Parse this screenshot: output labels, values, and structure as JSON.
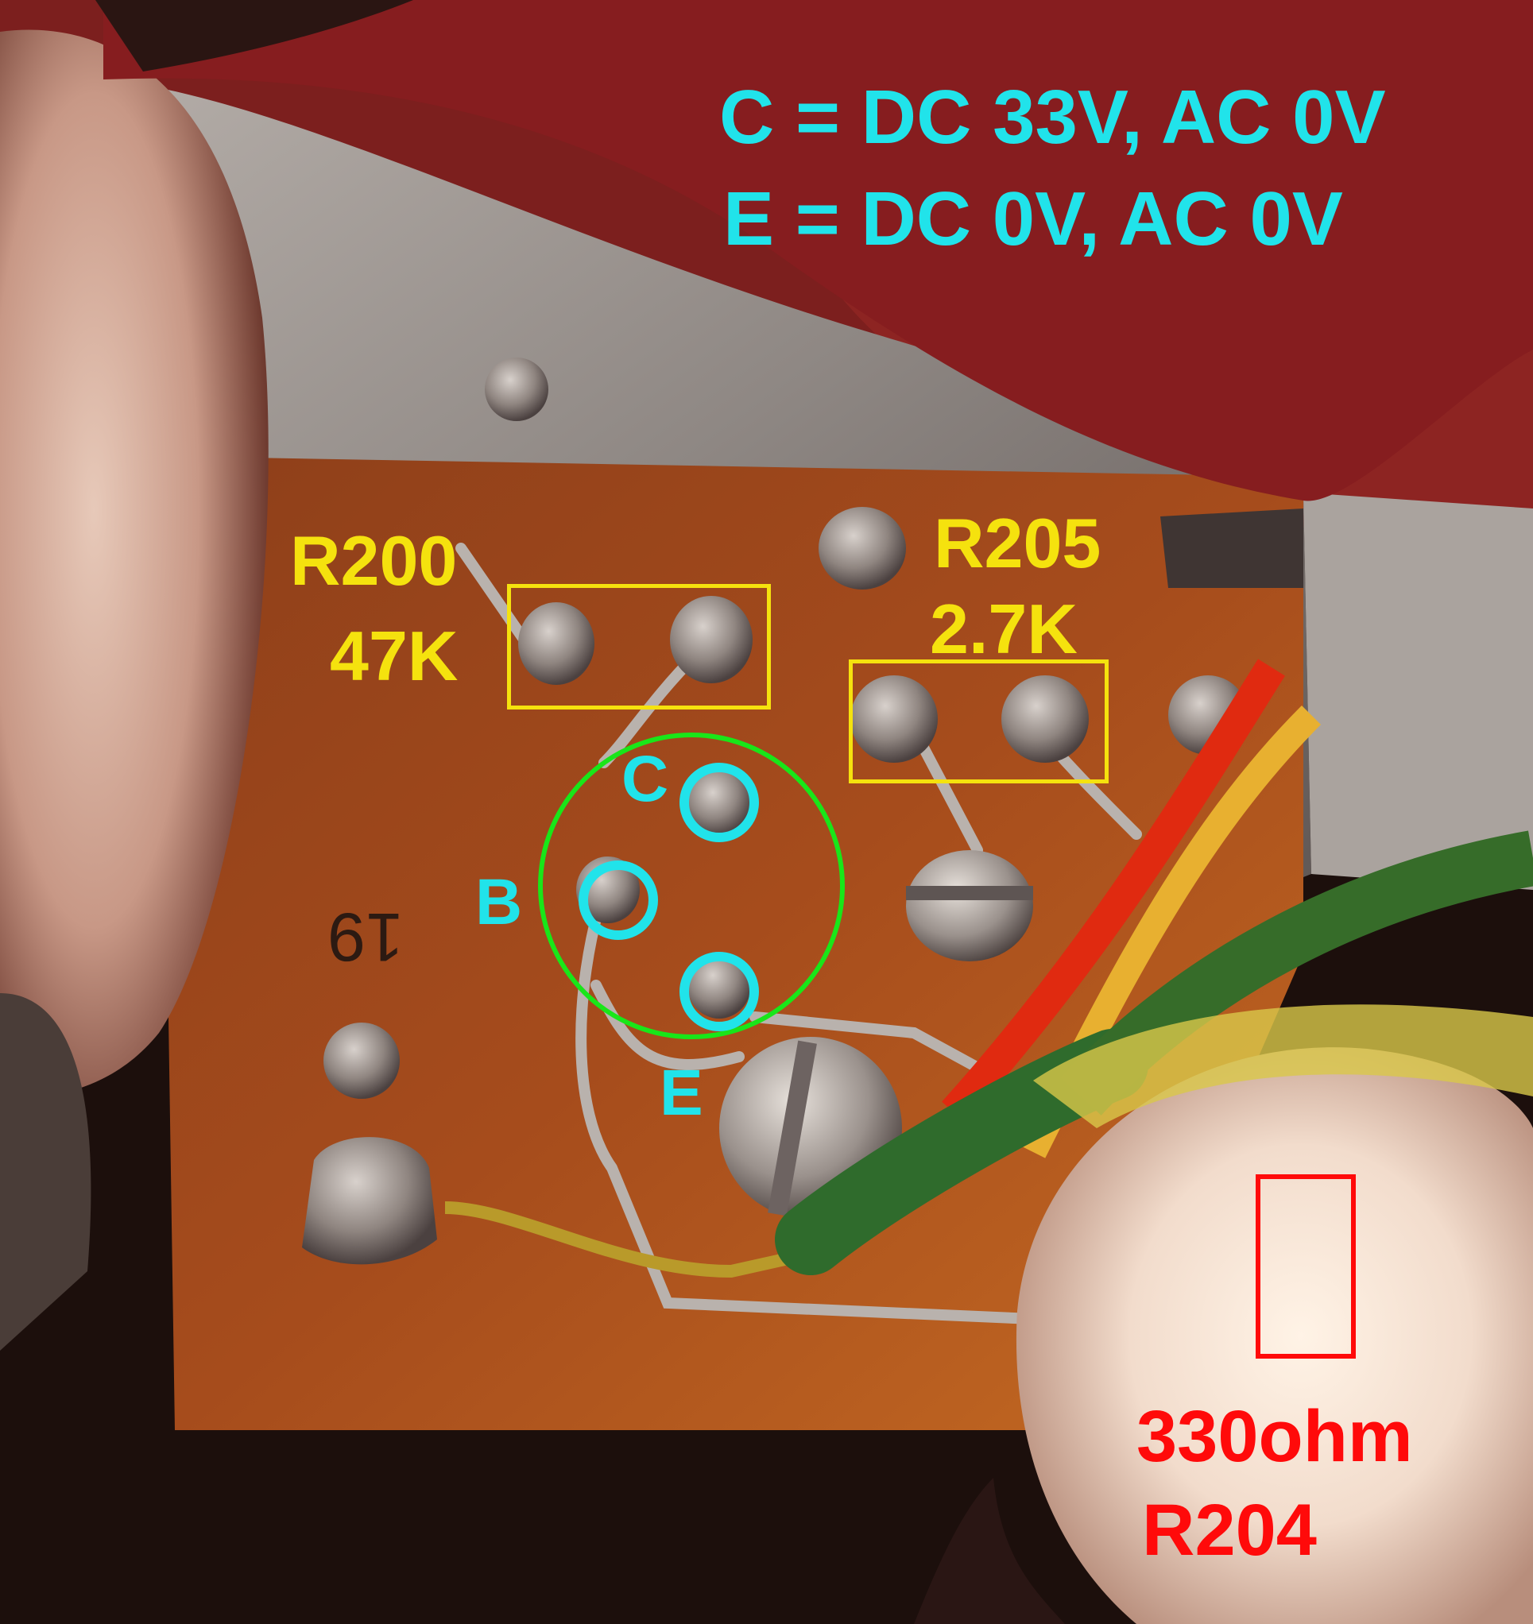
{
  "colors": {
    "cyan": "#21e3ea",
    "yellow": "#f5e20e",
    "green": "#19e619",
    "red": "#ff0a0a"
  },
  "header": {
    "line_c": "C = DC 33V, AC 0V",
    "line_e": "E = DC 0V, AC 0V"
  },
  "labels": {
    "r200_name": "R200",
    "r200_value": "47K",
    "r205_name": "R205",
    "r205_value": "2.7K",
    "r204_value": "330ohm",
    "r204_name": "R204",
    "board_marking": "19"
  },
  "pins": {
    "c": "C",
    "b": "B",
    "e": "E"
  }
}
